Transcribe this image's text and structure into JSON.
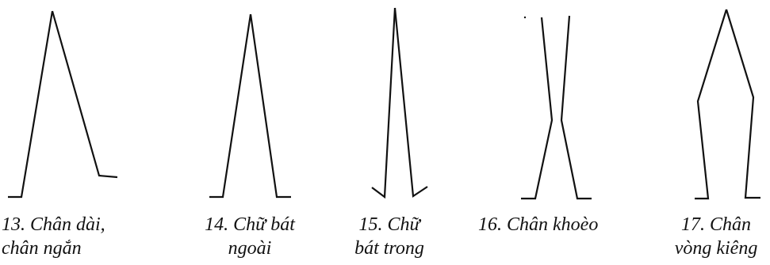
{
  "figures": [
    {
      "id": "13",
      "caption_lines": [
        "13. Chân dài,",
        "chân ngắn"
      ]
    },
    {
      "id": "14",
      "caption_lines": [
        "14. Chữ bát",
        "ngoài"
      ]
    },
    {
      "id": "15",
      "caption_lines": [
        "15. Chữ",
        "bát trong"
      ]
    },
    {
      "id": "16",
      "caption_lines": [
        "16. Chân khoèo"
      ]
    },
    {
      "id": "17",
      "caption_lines": [
        "17. Chân",
        "vòng kiêng"
      ]
    }
  ],
  "colors": {
    "stroke": "#111111",
    "background": "#ffffff"
  }
}
